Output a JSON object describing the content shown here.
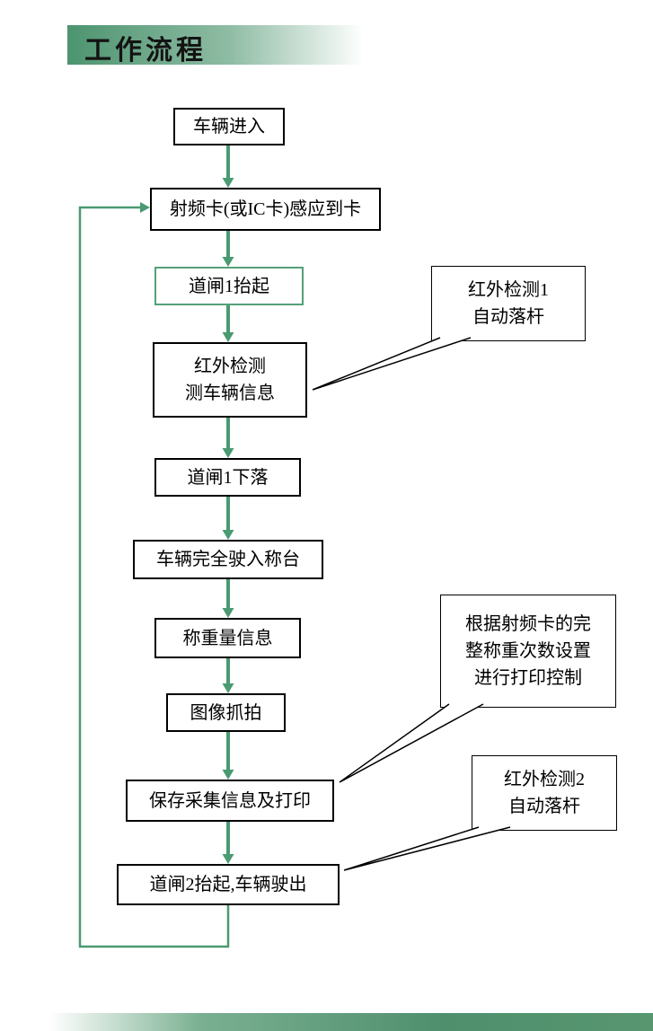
{
  "page": {
    "title": "工作流程"
  },
  "flow": {
    "nodes": [
      {
        "id": "vehicle-enter",
        "label": "车辆进入"
      },
      {
        "id": "rfid-sense",
        "label": "射频卡(或IC卡)感应到卡"
      },
      {
        "id": "barrier1-up",
        "label": "道闸1抬起"
      },
      {
        "id": "infrared-detect",
        "label": "红外检测\n测车辆信息"
      },
      {
        "id": "barrier1-down",
        "label": "道闸1下落"
      },
      {
        "id": "vehicle-on-scale",
        "label": "车辆完全驶入称台"
      },
      {
        "id": "weigh-info",
        "label": "称重量信息"
      },
      {
        "id": "image-capture",
        "label": "图像抓拍"
      },
      {
        "id": "save-print",
        "label": "保存采集信息及打印"
      },
      {
        "id": "barrier2-up",
        "label": "道闸2抬起,车辆驶出"
      }
    ],
    "callouts": [
      {
        "id": "infrared1",
        "label": "红外检测1\n自动落杆"
      },
      {
        "id": "print-control",
        "label": "根据射频卡的完\n整称重次数设置\n进行打印控制"
      },
      {
        "id": "infrared2",
        "label": "红外检测2\n自动落杆"
      }
    ]
  },
  "colors": {
    "arrow": "#4a9a72",
    "accent_border": "#55a078",
    "header_green": "#4d9470"
  }
}
